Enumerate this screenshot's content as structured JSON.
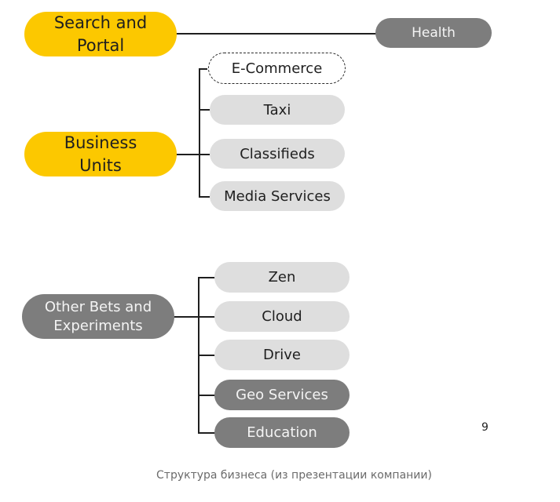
{
  "groups": {
    "search": {
      "label": "Search and Portal",
      "label_line1": "Search and",
      "label_line2": "Portal",
      "color": "#fcc800",
      "children": [
        {
          "label": "Health",
          "style": "dark"
        }
      ]
    },
    "business": {
      "label_line1": "Business",
      "label_line2": "Units",
      "color": "#fcc800",
      "children": [
        {
          "label": "E-Commerce",
          "style": "dashed"
        },
        {
          "label": "Taxi",
          "style": "light"
        },
        {
          "label": "Classifieds",
          "style": "light"
        },
        {
          "label": "Media Services",
          "style": "light"
        }
      ]
    },
    "other": {
      "label_line1": "Other Bets and",
      "label_line2": "Experiments",
      "color": "#7d7d7d",
      "children": [
        {
          "label": "Zen",
          "style": "light"
        },
        {
          "label": "Cloud",
          "style": "light"
        },
        {
          "label": "Drive",
          "style": "light"
        },
        {
          "label": "Geo Services",
          "style": "dark"
        },
        {
          "label": "Education",
          "style": "dark"
        }
      ]
    }
  },
  "page_number": "9",
  "caption": "Структура бизнеса (из презентации компании)",
  "colors": {
    "yellow": "#fcc800",
    "dark_gray": "#7d7d7d",
    "light_gray": "#dedede"
  }
}
